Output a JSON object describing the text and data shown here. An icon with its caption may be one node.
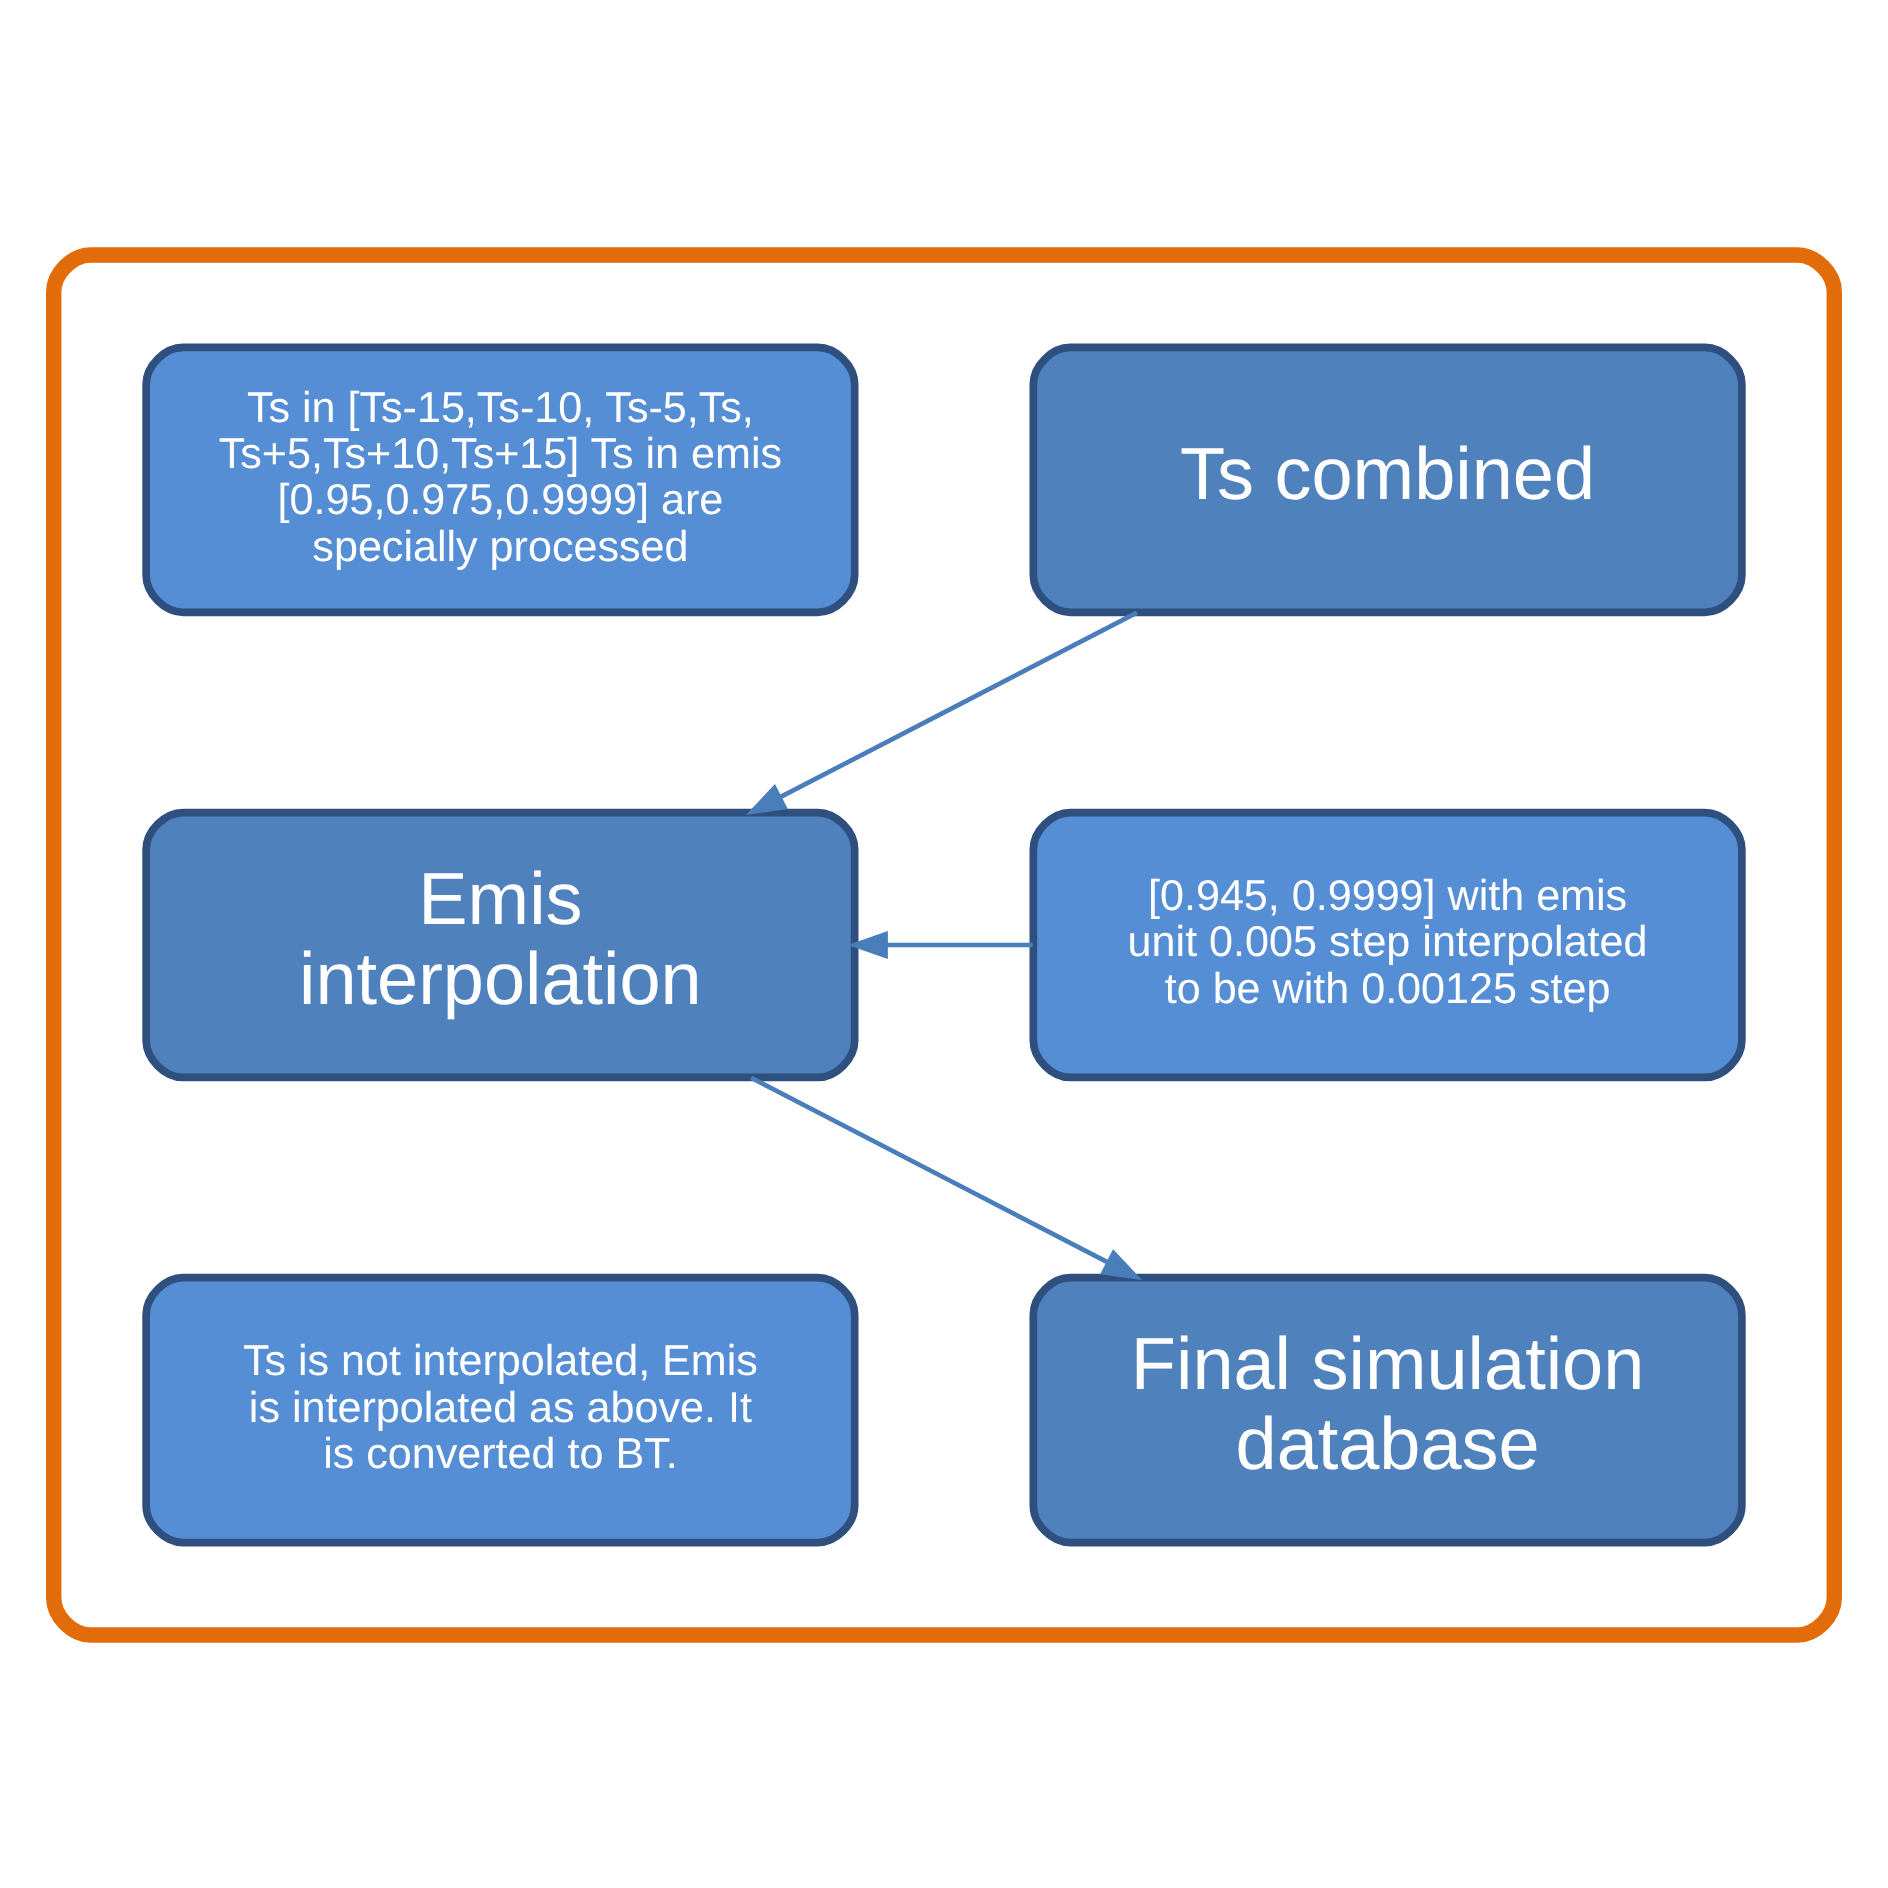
{
  "diagram": {
    "nodes": [
      {
        "text": [],
        "shape": "box"
      },
      {
        "text": [
          "Ts combined"
        ],
        "in": 0
      },
      {
        "text": [
          "Ts in [Ts-15,Ts-10, Ts-5,Ts, Ts+5,Ts+10,Ts+15] Ts in emis [0.95,0.975,0.9999] are specially processed"
        ],
        "in": 0
      },
      {
        "text": [
          "Emis interpolation"
        ],
        "in": 0
      },
      {
        "text": [
          "[0.945, 0.9999] with emis unit 0.005 step interpolated to be with 0.00125 step"
        ],
        "in": 0
      },
      {
        "text": [
          "Final simulation database"
        ],
        "in": 0
      },
      {
        "text": [
          "Ts is not interpolated, Emis is interpolated as above. It is converted to BT."
        ],
        "in": 0
      }
    ],
    "edges": [
      {
        "from": 1,
        "to": 3,
        "arrow": "to"
      },
      {
        "from": 4,
        "to": 3,
        "arrow": "to"
      },
      {
        "from": 3,
        "to": 5,
        "arrow": "to"
      }
    ]
  }
}
